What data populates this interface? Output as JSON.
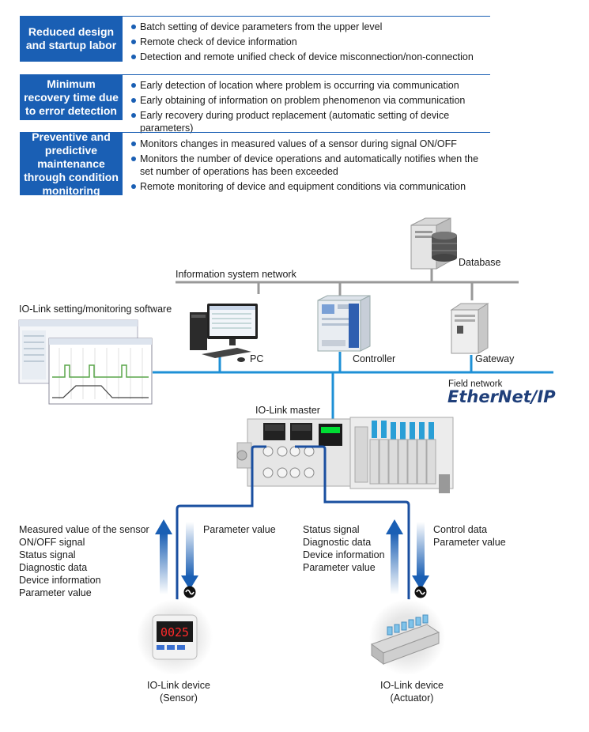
{
  "benefits": [
    {
      "title": "Reduced design and startup labor",
      "bullets": [
        "Batch setting of device parameters from the upper level",
        "Remote check of device information",
        "Detection and remote unified check of device misconnection/non-connection"
      ]
    },
    {
      "title": "Minimum recovery time due to error detection",
      "bullets": [
        "Early detection of location where problem is occurring via communication",
        "Early obtaining of information on problem phenomenon via communication",
        "Early recovery during product replacement (automatic setting of device parameters)"
      ]
    },
    {
      "title": "Preventive and predictive maintenance through condition monitoring",
      "bullets": [
        "Monitors changes in measured values of a sensor during signal ON/OFF",
        "Monitors the number of device operations and automatically notifies when the set number of operations has been exceeded",
        "Remote monitoring of device and equipment conditions via communication"
      ]
    }
  ],
  "diagram": {
    "database_label": "Database",
    "info_network_label": "Information system network",
    "software_label": "IO-Link setting/monitoring software",
    "pc_label": "PC",
    "controller_label": "Controller",
    "gateway_label": "Gateway",
    "field_network_label": "Field network",
    "ethernet_ip_logo": "EtherNet/IP",
    "master_label": "IO-Link master",
    "sensor_up_lines": [
      "Measured value of the sensor",
      "ON/OFF signal",
      "Status signal",
      "Diagnostic data",
      "Device information",
      "Parameter value"
    ],
    "sensor_down_label": "Parameter value",
    "actuator_up_lines": [
      "Status signal",
      "Diagnostic data",
      "Device information",
      "Parameter value"
    ],
    "actuator_down_lines": [
      "Control data",
      "Parameter value"
    ],
    "sensor_device_lines": [
      "IO-Link device",
      "(Sensor)"
    ],
    "actuator_device_lines": [
      "IO-Link device",
      "(Actuator)"
    ],
    "sensor_display_digits": "0025"
  },
  "colors": {
    "accent": "#1a5fb4",
    "network_blue": "#1e90d6",
    "cable_blue": "#1a4fa0",
    "gray_line": "#999999"
  }
}
